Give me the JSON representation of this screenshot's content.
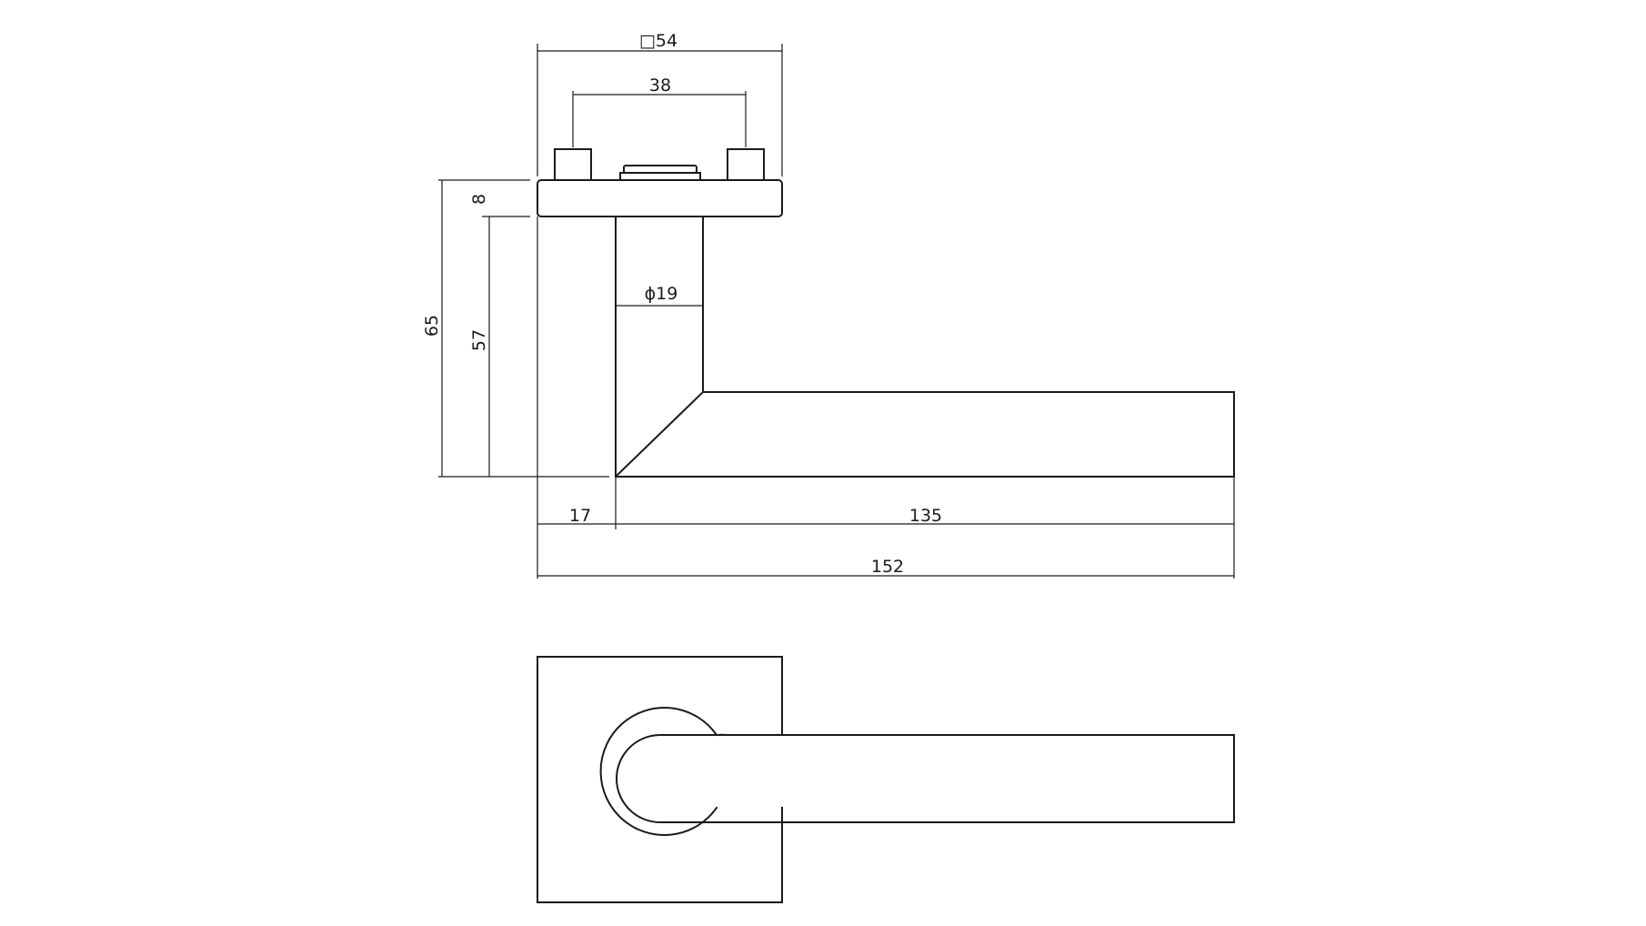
{
  "dimensions": {
    "rose_square": "□54",
    "screw_spacing": "38",
    "rose_thickness": "8",
    "total_height": "65",
    "neck_height": "57",
    "neck_diameter": "ϕ19",
    "offset": "17",
    "lever_length": "135",
    "total_length": "152"
  }
}
